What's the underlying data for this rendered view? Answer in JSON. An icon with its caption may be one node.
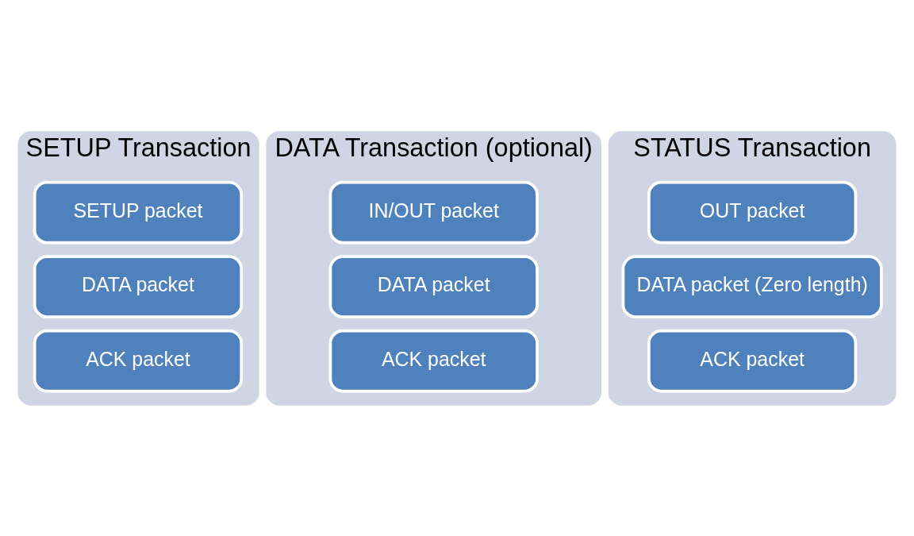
{
  "diagram": {
    "nodes": [
      {
        "text": [
          "SETUP Transaction"
        ]
      },
      {
        "text": [
          "SETUP packet"
        ],
        "in": 0
      },
      {
        "text": [
          "DATA packet"
        ],
        "in": 0
      },
      {
        "text": [
          "ACK packet"
        ],
        "in": 0
      },
      {
        "text": [
          "DATA Transaction (optional)"
        ]
      },
      {
        "text": [
          "IN/OUT packet"
        ],
        "in": 4
      },
      {
        "text": [
          "DATA packet"
        ],
        "in": 4
      },
      {
        "text": [
          "ACK packet"
        ],
        "in": 4
      },
      {
        "text": [
          "STATUS Transaction"
        ]
      },
      {
        "text": [
          "OUT packet"
        ],
        "in": 8
      },
      {
        "text": [
          "DATA packet (Zero length)"
        ],
        "in": 8
      },
      {
        "text": [
          "ACK packet"
        ],
        "in": 8
      }
    ]
  }
}
